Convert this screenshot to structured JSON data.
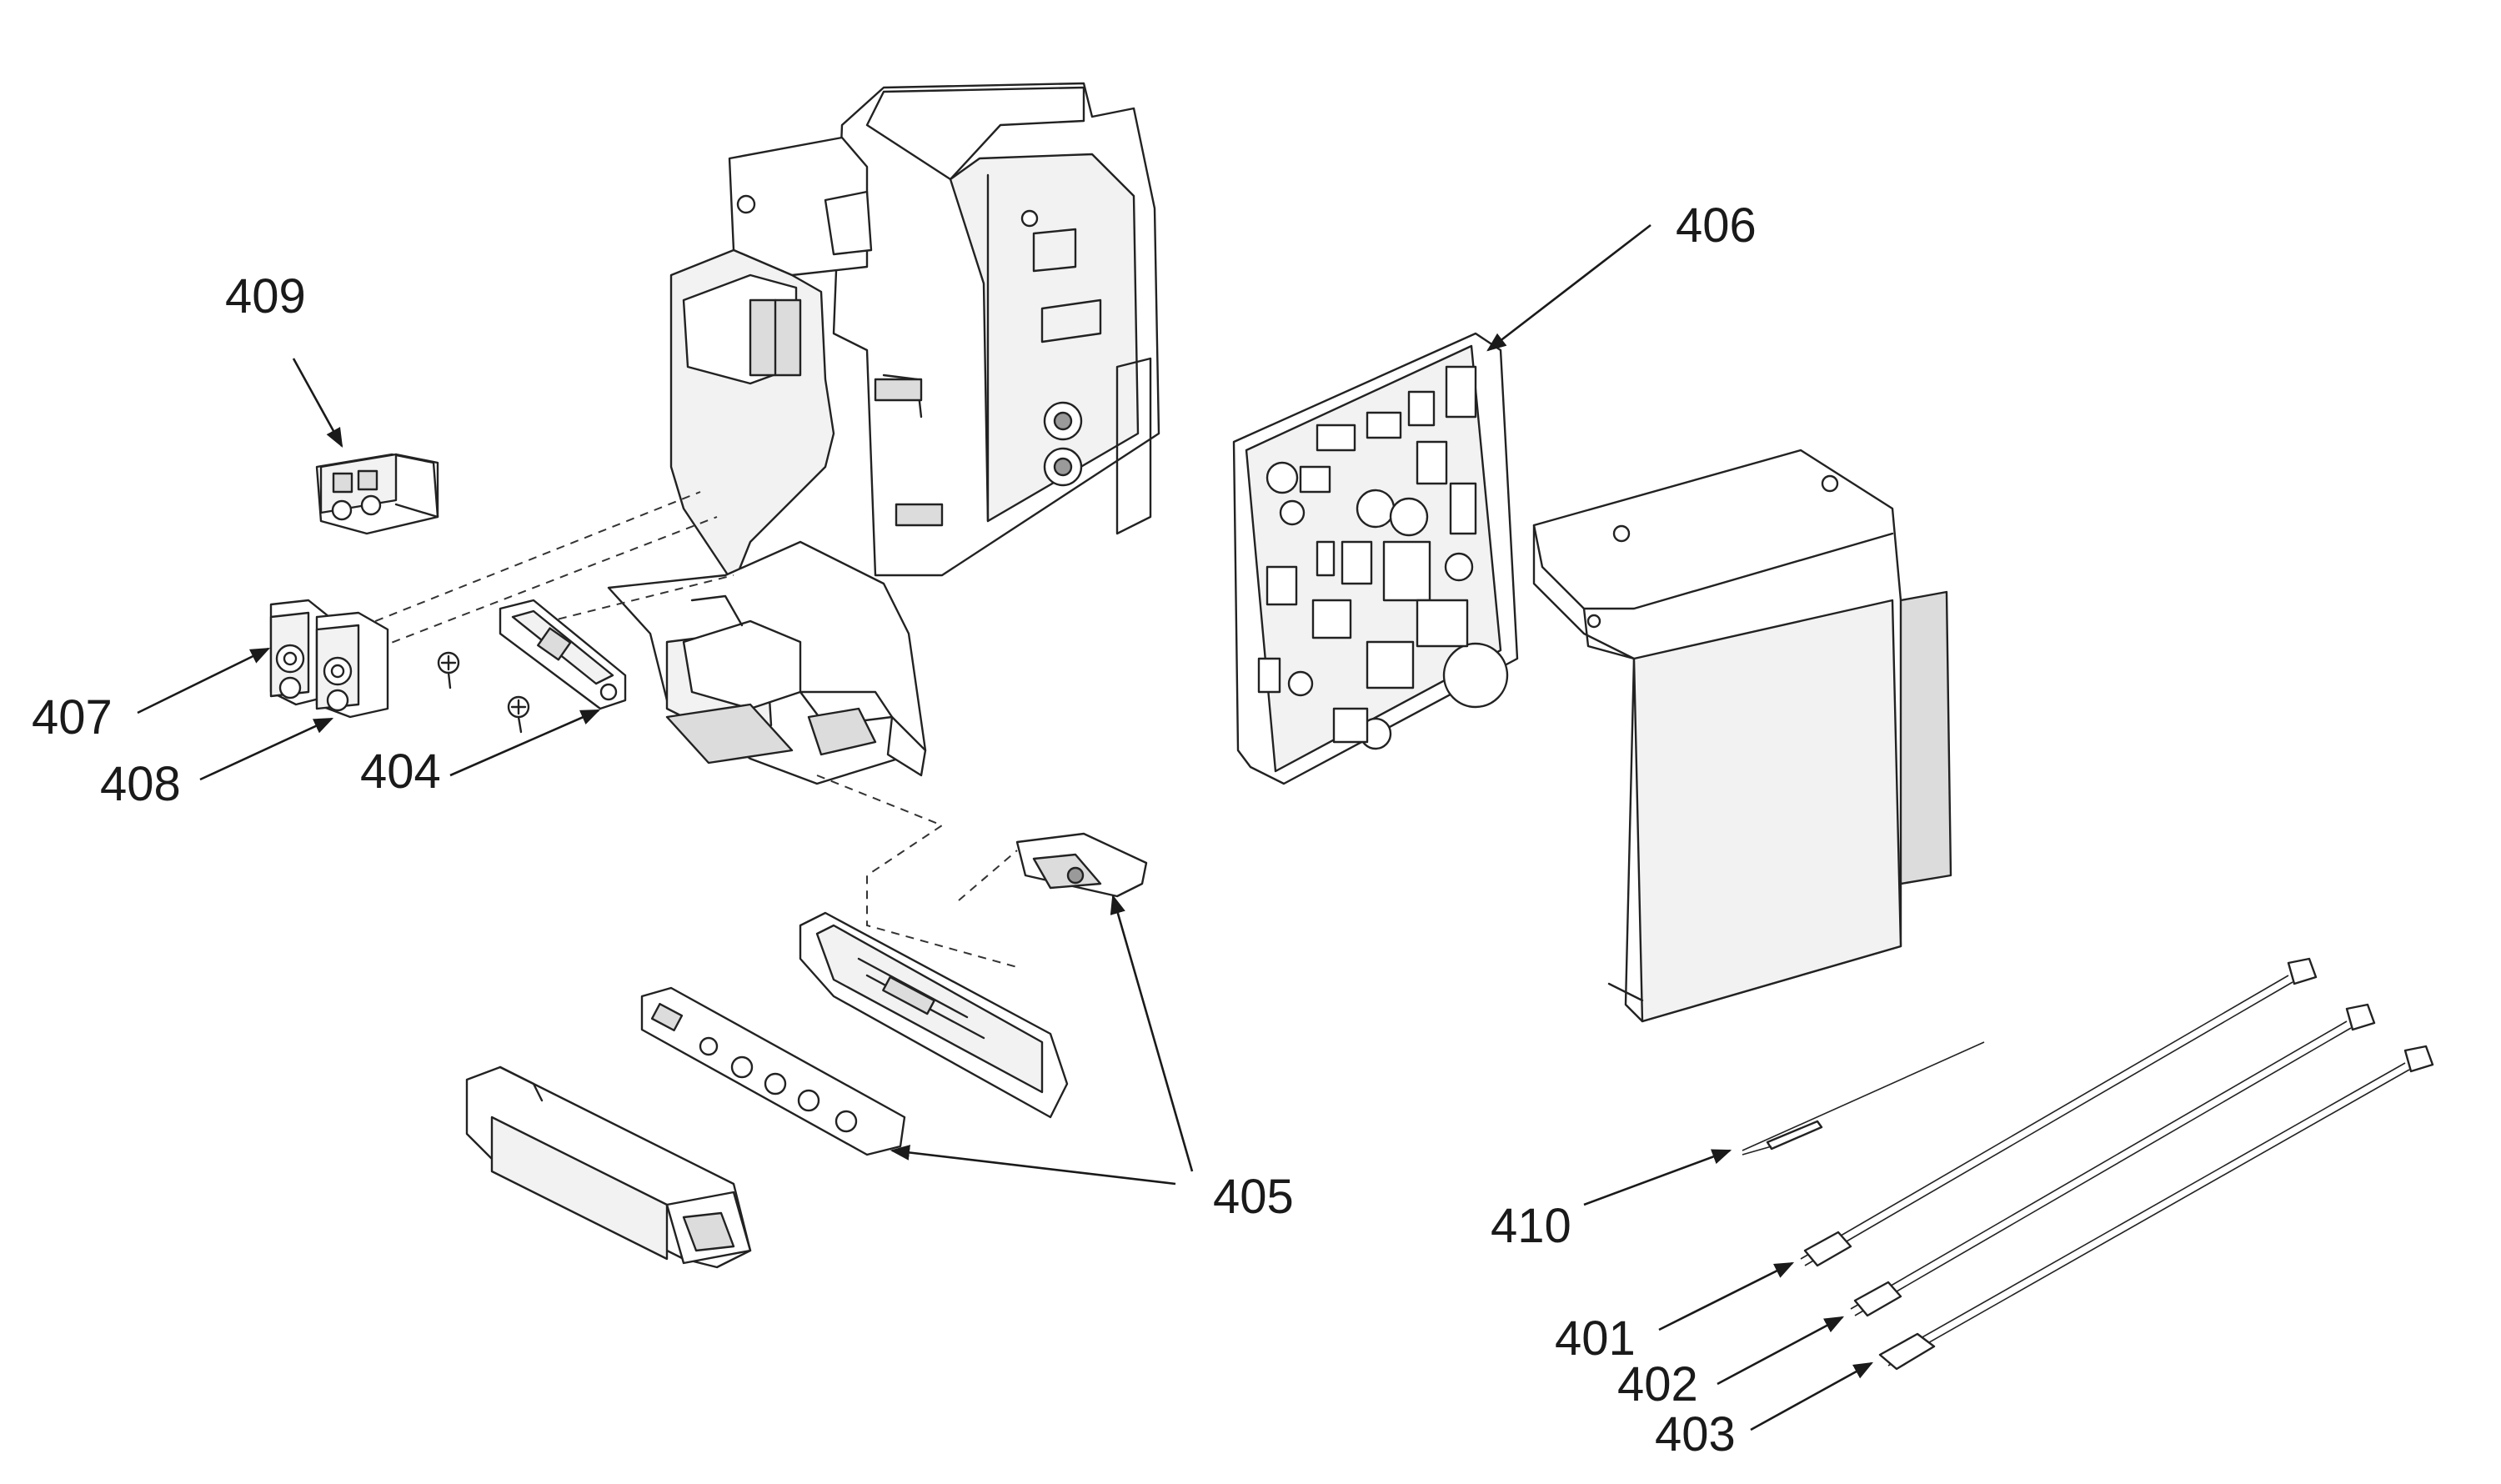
{
  "labels": {
    "p401": "401",
    "p402": "402",
    "p403": "403",
    "p404": "404",
    "p405": "405",
    "p406": "406",
    "p407": "407",
    "p408": "408",
    "p409": "409",
    "p410": "410"
  }
}
